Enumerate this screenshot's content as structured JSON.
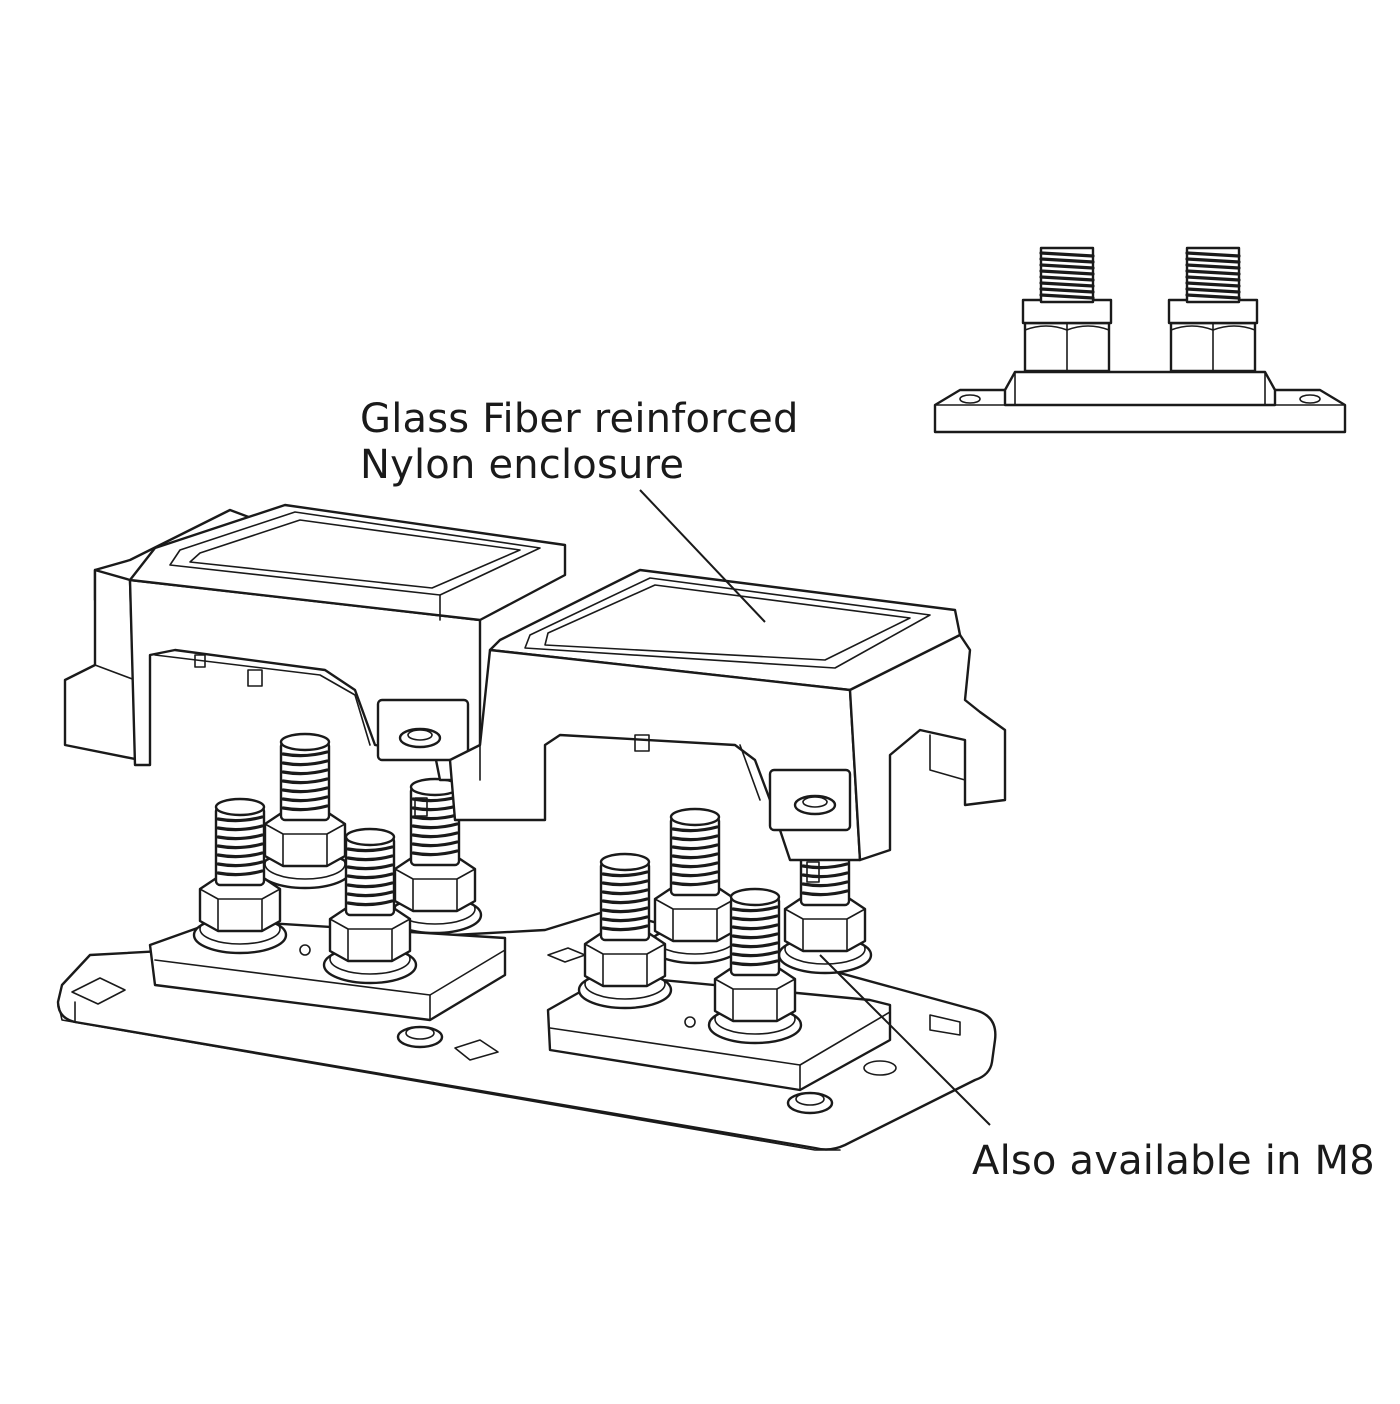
{
  "callouts": {
    "enclosure_line1": "Glass Fiber reinforced",
    "enclosure_line2": "Nylon enclosure",
    "stud_option": "Also available in M8"
  },
  "parts": {
    "enclosure_covers": 2,
    "stud_blocks": 2,
    "studs_per_block": 4,
    "side_view_studs": 2
  },
  "colors": {
    "line": "#1a1a1a",
    "background": "#ffffff"
  }
}
